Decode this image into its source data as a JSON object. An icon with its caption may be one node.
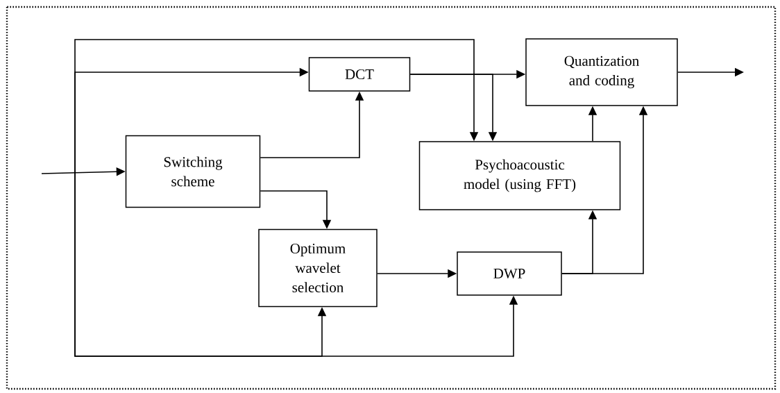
{
  "diagram": {
    "nodes": [
      {
        "text": [
          "DCT"
        ]
      },
      {
        "text": [
          "Quantization and coding"
        ]
      },
      {
        "text": [
          "Switching scheme"
        ]
      },
      {
        "text": [
          "Psychoacoustic model (using FFT)"
        ]
      },
      {
        "text": [
          "Optimum wavelet selection"
        ]
      },
      {
        "text": [
          "DWP"
        ]
      }
    ],
    "edges": [
      {
        "from": null,
        "to": 2,
        "arrow": "to"
      },
      {
        "from": null,
        "to": 0,
        "arrow": "to"
      },
      {
        "from": null,
        "to": 3,
        "arrow": "to"
      },
      {
        "from": null,
        "to": 4,
        "arrow": "to"
      },
      {
        "from": null,
        "to": 5,
        "arrow": "to"
      },
      {
        "from": 2,
        "to": 0,
        "arrow": "to"
      },
      {
        "from": 2,
        "to": 4,
        "arrow": "to"
      },
      {
        "from": 0,
        "to": 1,
        "arrow": "to"
      },
      {
        "from": 0,
        "to": 3,
        "arrow": "to"
      },
      {
        "from": 3,
        "to": 1,
        "arrow": "to"
      },
      {
        "from": 5,
        "to": 3,
        "arrow": "to"
      },
      {
        "from": 5,
        "to": 1,
        "arrow": "to"
      },
      {
        "from": 4,
        "to": 5,
        "arrow": "to"
      },
      {
        "from": 1,
        "to": null,
        "arrow": "to"
      }
    ]
  }
}
